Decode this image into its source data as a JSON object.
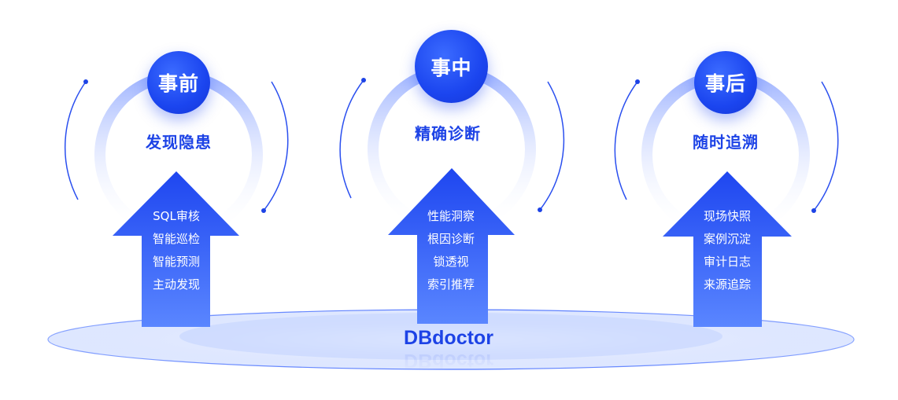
{
  "brand": {
    "name": "DBdoctor"
  },
  "phases": [
    {
      "badge": "事前",
      "subtitle": "发现隐患",
      "features": [
        "SQL审核",
        "智能巡检",
        "智能预测",
        "主动发现"
      ]
    },
    {
      "badge": "事中",
      "subtitle": "精确诊断",
      "features": [
        "性能洞察",
        "根因诊断",
        "锁透视",
        "索引推荐"
      ]
    },
    {
      "badge": "事后",
      "subtitle": "随时追溯",
      "features": [
        "现场快照",
        "案例沉淀",
        "审计日志",
        "来源追踪"
      ]
    }
  ],
  "colors": {
    "accent": "#1d43e6",
    "arrow_top": "#1e46f0",
    "arrow_bottom": "#5a86ff",
    "ring": "#a9bcff"
  }
}
